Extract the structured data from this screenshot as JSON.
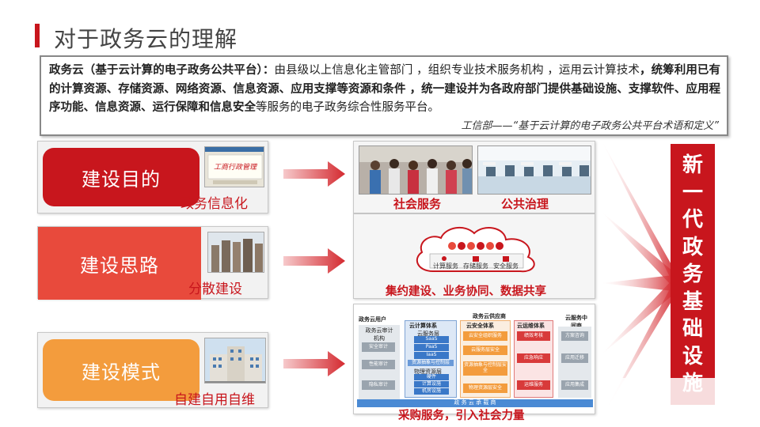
{
  "page": {
    "title": "对于政务云的理解"
  },
  "definition": {
    "term": "政务云（基于云计算的电子政务公共平台）",
    "colon": "：",
    "part1": "由县级以上信息化主管部门 ，组织专业技术服务机构 ，运用云计算技术",
    "bold_part": "，统筹利用已有的计算资源、存储资源、网络资源、信息资源、应用支撑等资源和条件 ，统一建设并为各政府部门提供基础设施、支撑软件、应用程序功能、信息资源、运行保障和信息安全",
    "part2": "等服务的电子政务综合性服务平台。",
    "source": "工信部——“基于云计算的电子政务公共平台术语和定义”"
  },
  "left": [
    {
      "label": "建设目的",
      "caption": "政务信息化",
      "thumb_text": "工商行政管理"
    },
    {
      "label": "建设思路",
      "caption": "分散建设"
    },
    {
      "label": "建设模式",
      "caption": "自建自用自维"
    }
  ],
  "right": {
    "row1": {
      "caption_left": "社会服务",
      "caption_right": "公共治理"
    },
    "row2": {
      "services": [
        "计算服务",
        "存储服务",
        "安全服务"
      ],
      "caption": "集约建设、业务协同、数据共享"
    },
    "row3": {
      "col_user": "政务云用户",
      "col_provider": "政务云供应商",
      "col_broker": "云服务中间商",
      "user_org": "政务云审计机构",
      "user_items": [
        "安全审计",
        "性能审计",
        "隐私审计"
      ],
      "compute_title": "云计算体系",
      "service_layer": "云服务层",
      "service_items": [
        "SaaS",
        "PaaS",
        "IaaS"
      ],
      "resource_abstract": "资源抽象与控制层",
      "physical_layer": "物理资源层",
      "physical_items": [
        "硬件",
        "计算设施",
        "机房设施"
      ],
      "security_title": "云安全体系",
      "security_items": [
        "云安全组织服务",
        "云服务层安全",
        "资源抽象与控制层安全",
        "物理资源层安全"
      ],
      "ops_title": "云运维体系",
      "ops_items": [
        "绩效考核",
        "应急响应",
        "运维服务"
      ],
      "broker_items": [
        "方案咨询",
        "应用迁移",
        "应用集成"
      ],
      "carrier": "政 务 云 承 载 商",
      "caption": "采购服务，引入社会力量"
    }
  },
  "vertical": [
    "新",
    "一",
    "代",
    "政",
    "务",
    "基",
    "础",
    "设",
    "施"
  ],
  "colors": {
    "accent": "#c8161d",
    "red2": "#e84a3c",
    "orange": "#f39c3d"
  }
}
